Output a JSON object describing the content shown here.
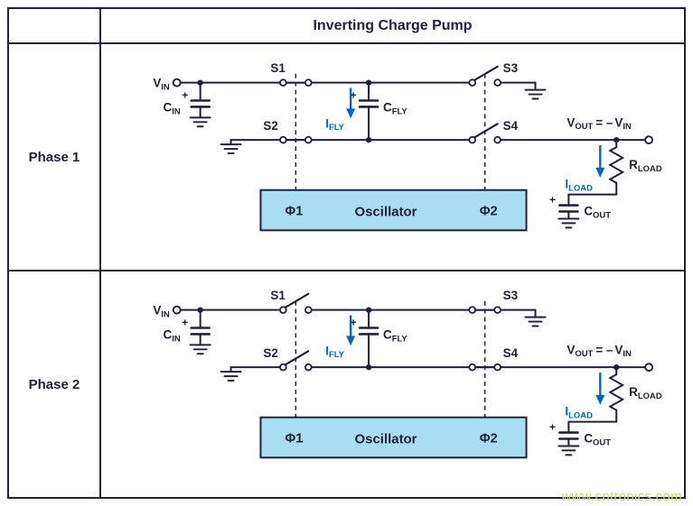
{
  "header": {
    "title": "Inverting Charge Pump"
  },
  "phases": [
    {
      "label": "Phase 1",
      "switch_class": {
        "s1": "sw closed",
        "s2": "sw closed",
        "s3": "sw open",
        "s4": "sw open"
      }
    },
    {
      "label": "Phase 2",
      "switch_class": {
        "s1": "sw open",
        "s2": "sw open",
        "s3": "sw closed",
        "s4": "sw closed"
      }
    }
  ],
  "labels": {
    "vin_v": "V",
    "vin_sub": "IN",
    "cin_c": "C",
    "cin_sub": "IN",
    "plus": "+",
    "s1": "S1",
    "s2": "S2",
    "s3": "S3",
    "s4": "S4",
    "ifly_i": "I",
    "ifly_sub": "FLY",
    "cfly_c": "C",
    "cfly_sub": "FLY",
    "phi1": "Φ1",
    "phi2": "Φ2",
    "oscillator": "Oscillator",
    "vout_v": "V",
    "vout_sub": "OUT",
    "vout_eq": "= –",
    "vout_v2": "V",
    "vout_sub2": "IN",
    "rload_r": "R",
    "rload_sub": "LOAD",
    "iload_i": "I",
    "iload_sub": "LOAD",
    "cout_c": "C",
    "cout_sub": "OUT"
  },
  "colors": {
    "line": "#20203a",
    "accent_blue": "#0067b9",
    "oscillator_fill": "#a9def2",
    "watermark": "#ccd878"
  },
  "watermark": {
    "text": "www.cntronics.com"
  }
}
